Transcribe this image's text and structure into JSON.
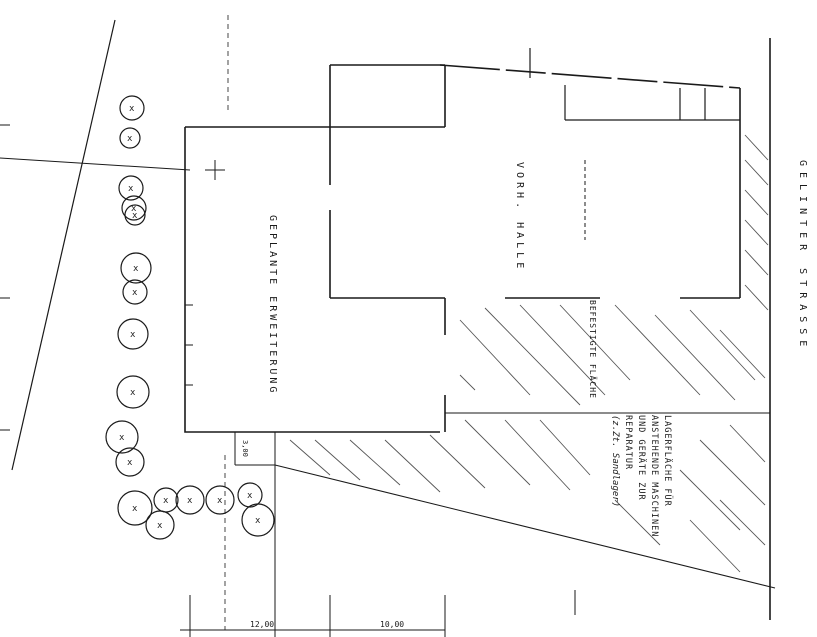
{
  "street": {
    "label": "GELINTER STRASSE"
  },
  "buildings": {
    "planned": {
      "label": "GEPLANTE ERWEITERUNG"
    },
    "existing": {
      "label": "VORH. HALLE"
    }
  },
  "areas": {
    "paved": {
      "label": "BEFESTIGTE FLÄCHE"
    },
    "storage": {
      "lines": [
        "LAGERFLÄCHE FÜR",
        "ANSTEHENDE MASCHINEN",
        "UND GERÄTE ZUR",
        "REPARATUR"
      ],
      "handwritten": "(z.Zt. Sandlager)"
    }
  },
  "dimensions": {
    "offset": "3,00",
    "width_a": "12,00",
    "width_b": "10,00"
  },
  "trees": {
    "count": 18,
    "mark": "x"
  }
}
